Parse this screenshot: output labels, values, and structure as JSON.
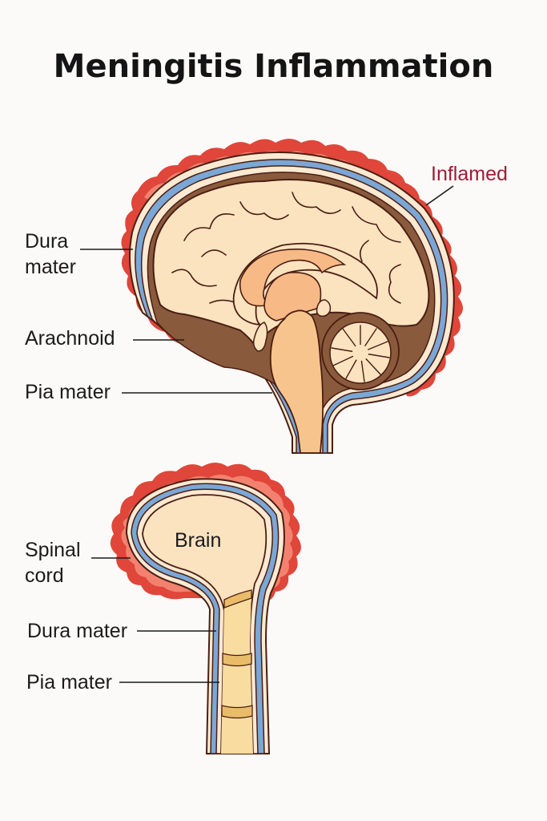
{
  "title": "Meningitis Inflammation",
  "colors": {
    "inflamed_outer": "#e0463a",
    "inflamed_inner": "#f2826f",
    "dura": "#fbe9d2",
    "arachnoid_blue": "#7ba7d6",
    "outline": "#4a1e12",
    "csf_brown": "#8a5a3c",
    "brain_tissue": "#fbe3c0",
    "inner_brain": "#f7b985",
    "spinal_cord": "#f8dca0",
    "label_red": "#a01c34"
  },
  "brain_diagram": {
    "labels": {
      "inflamed": "Inflamed",
      "dura_line1": "Dura",
      "dura_line2": "mater",
      "arachnoid": "Arachnoid",
      "pia": "Pia mater"
    }
  },
  "spinal_diagram": {
    "labels": {
      "brain": "Brain",
      "spinal_line1": "Spinal",
      "spinal_line2": "cord",
      "dura": "Dura mater",
      "pia": "Pia mater"
    }
  }
}
